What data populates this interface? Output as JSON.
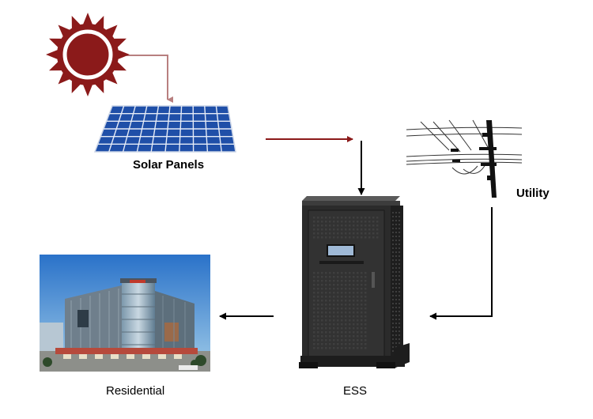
{
  "labels": {
    "solar": "Solar Panels",
    "utility": "Utility",
    "ess": "ESS",
    "residential": "Residential"
  },
  "colors": {
    "sun": "#8b1a1a",
    "sun_link": "#b87f7f",
    "solar_arrow": "#8b1a1a",
    "panel": "#1f4fa8",
    "panel_grid": "#e6ecf7",
    "arrow": "#000000",
    "cabinet": "#2b2b2b"
  },
  "icons": [
    "sun-icon",
    "solar-panel-icon",
    "utility-pole-icon",
    "ess-cabinet-icon",
    "building-icon"
  ]
}
